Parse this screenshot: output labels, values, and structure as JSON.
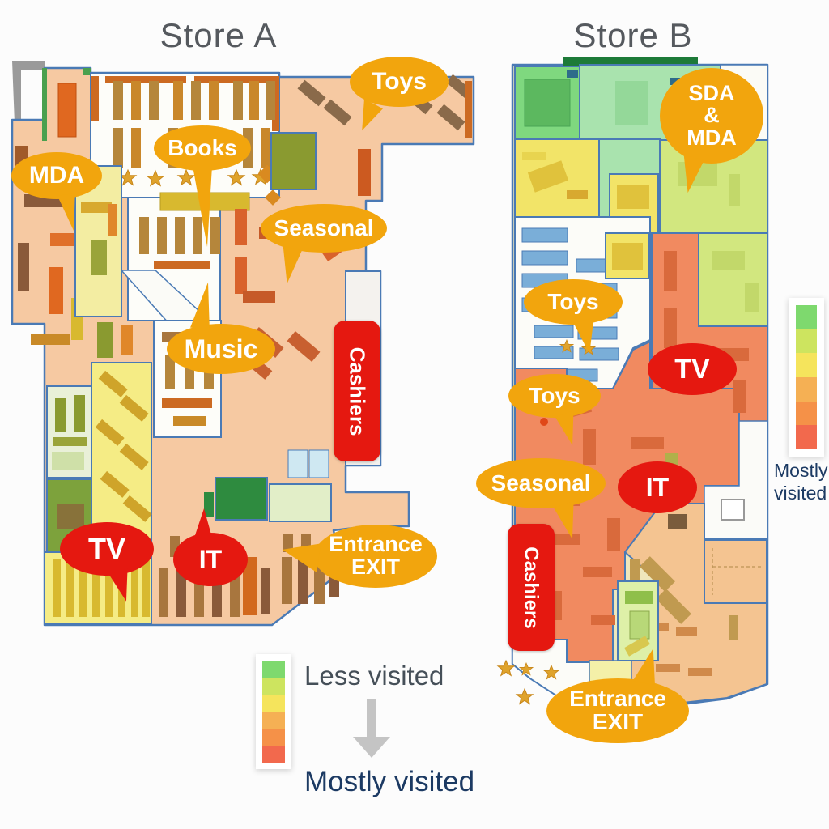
{
  "titles": {
    "store_a": "Store A",
    "store_b": "Store B"
  },
  "store_a": {
    "callouts": {
      "toys": "Toys",
      "books": "Books",
      "mda": "MDA",
      "seasonal": "Seasonal",
      "music": "Music",
      "cashiers": "Cashiers",
      "tv": "TV",
      "it": "IT",
      "entrance_line1": "Entrance",
      "entrance_line2": "EXIT"
    }
  },
  "store_b": {
    "callouts": {
      "sda_mda_line1": "SDA",
      "sda_mda_line2": "&",
      "sda_mda_line3": "MDA",
      "toys_upper": "Toys",
      "tv": "TV",
      "toys_lower": "Toys",
      "seasonal": "Seasonal",
      "it": "IT",
      "cashiers": "Cashiers",
      "entrance_line1": "Entrance",
      "entrance_line2": "EXIT"
    }
  },
  "legend": {
    "less_label": "Less visited",
    "mostly_label": "Mostly visited",
    "side_mostly_label": "Mostly visited",
    "scale_colors": [
      "#7ed96e",
      "#cde45f",
      "#f5e45c",
      "#f5b054",
      "#f59148",
      "#f2694d"
    ]
  },
  "colors": {
    "bubble_amber": "#F2A50D",
    "bubble_red": "#E51810",
    "border_blue": "#4a7ab5",
    "title_gray": "#55595e",
    "navy_text": "#1c3a63"
  }
}
